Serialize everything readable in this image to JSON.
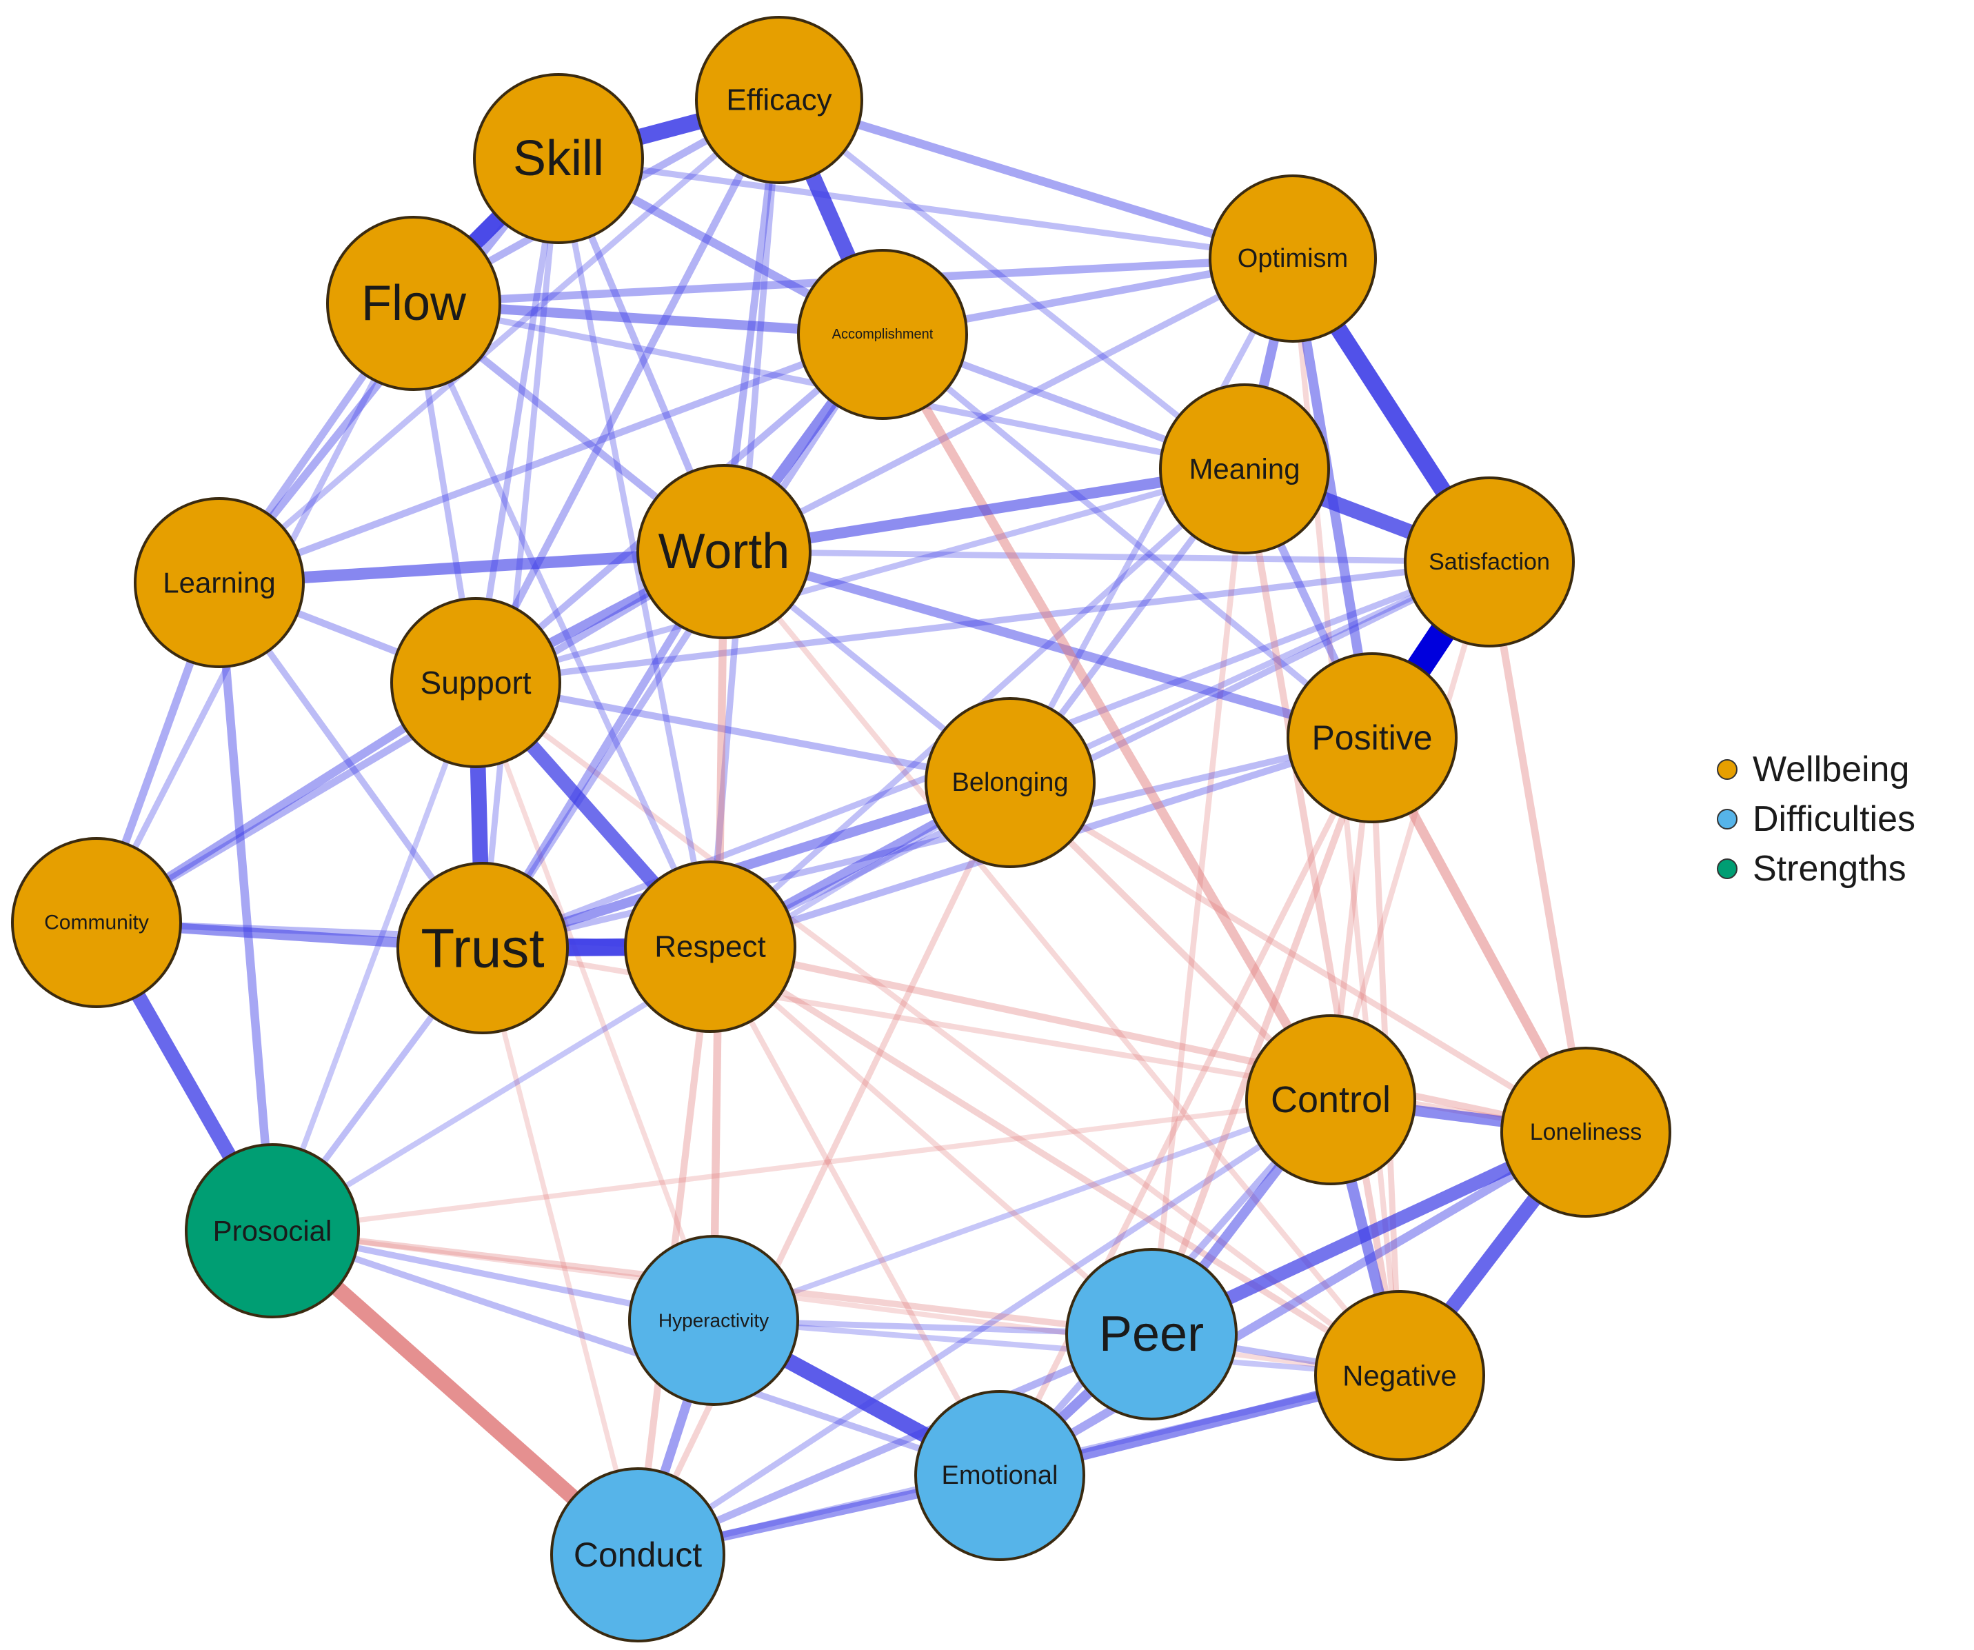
{
  "colors": {
    "wellbeing": "#E69F00",
    "difficulties": "#56B4E9",
    "strengths": "#009E73",
    "positive_edge": "#3b3be6",
    "negative_edge": "#e07a7a",
    "node_border": "#3a2a10"
  },
  "legend": [
    {
      "group": "wellbeing",
      "label": "Wellbeing"
    },
    {
      "group": "difficulties",
      "label": "Difficulties"
    },
    {
      "group": "strengths",
      "label": "Strengths"
    }
  ],
  "nodes": [
    {
      "id": "efficacy",
      "label": "Efficacy",
      "group": "wellbeing"
    },
    {
      "id": "skill",
      "label": "Skill",
      "group": "wellbeing"
    },
    {
      "id": "flow",
      "label": "Flow",
      "group": "wellbeing"
    },
    {
      "id": "accomplishment",
      "label": "Accomplishment",
      "group": "wellbeing"
    },
    {
      "id": "optimism",
      "label": "Optimism",
      "group": "wellbeing"
    },
    {
      "id": "meaning",
      "label": "Meaning",
      "group": "wellbeing"
    },
    {
      "id": "satisfaction",
      "label": "Satisfaction",
      "group": "wellbeing"
    },
    {
      "id": "learning",
      "label": "Learning",
      "group": "wellbeing"
    },
    {
      "id": "worth",
      "label": "Worth",
      "group": "wellbeing"
    },
    {
      "id": "support",
      "label": "Support",
      "group": "wellbeing"
    },
    {
      "id": "positive",
      "label": "Positive",
      "group": "wellbeing"
    },
    {
      "id": "belonging",
      "label": "Belonging",
      "group": "wellbeing"
    },
    {
      "id": "community",
      "label": "Community",
      "group": "wellbeing"
    },
    {
      "id": "trust",
      "label": "Trust",
      "group": "wellbeing"
    },
    {
      "id": "respect",
      "label": "Respect",
      "group": "wellbeing"
    },
    {
      "id": "control",
      "label": "Control",
      "group": "wellbeing"
    },
    {
      "id": "loneliness",
      "label": "Loneliness",
      "group": "wellbeing"
    },
    {
      "id": "prosocial",
      "label": "Prosocial",
      "group": "strengths"
    },
    {
      "id": "hyperactivity",
      "label": "Hyperactivity",
      "group": "difficulties"
    },
    {
      "id": "peer",
      "label": "Peer",
      "group": "difficulties"
    },
    {
      "id": "negative",
      "label": "Negative",
      "group": "wellbeing"
    },
    {
      "id": "emotional",
      "label": "Emotional",
      "group": "difficulties"
    },
    {
      "id": "conduct",
      "label": "Conduct",
      "group": "difficulties"
    }
  ],
  "edges": [
    {
      "a": "satisfaction",
      "b": "positive",
      "sign": "+",
      "weight": 1.0
    },
    {
      "a": "skill",
      "b": "flow",
      "sign": "+",
      "weight": 0.62
    },
    {
      "a": "skill",
      "b": "efficacy",
      "sign": "+",
      "weight": 0.58
    },
    {
      "a": "efficacy",
      "b": "accomplishment",
      "sign": "+",
      "weight": 0.55
    },
    {
      "a": "optimism",
      "b": "satisfaction",
      "sign": "+",
      "weight": 0.6
    },
    {
      "a": "meaning",
      "b": "satisfaction",
      "sign": "+",
      "weight": 0.52
    },
    {
      "a": "trust",
      "b": "respect",
      "sign": "+",
      "weight": 0.62
    },
    {
      "a": "support",
      "b": "trust",
      "sign": "+",
      "weight": 0.55
    },
    {
      "a": "support",
      "b": "respect",
      "sign": "+",
      "weight": 0.48
    },
    {
      "a": "community",
      "b": "prosocial",
      "sign": "+",
      "weight": 0.5
    },
    {
      "a": "hyperactivity",
      "b": "emotional",
      "sign": "+",
      "weight": 0.55
    },
    {
      "a": "loneliness",
      "b": "negative",
      "sign": "+",
      "weight": 0.5
    },
    {
      "a": "peer",
      "b": "loneliness",
      "sign": "+",
      "weight": 0.45
    },
    {
      "a": "prosocial",
      "b": "conduct",
      "sign": "-",
      "weight": 0.55
    },
    {
      "a": "learning",
      "b": "worth",
      "sign": "+",
      "weight": 0.38
    },
    {
      "a": "worth",
      "b": "meaning",
      "sign": "+",
      "weight": 0.35
    },
    {
      "a": "worth",
      "b": "accomplishment",
      "sign": "+",
      "weight": 0.35
    },
    {
      "a": "flow",
      "b": "accomplishment",
      "sign": "+",
      "weight": 0.3
    },
    {
      "a": "flow",
      "b": "optimism",
      "sign": "+",
      "weight": 0.22
    },
    {
      "a": "efficacy",
      "b": "optimism",
      "sign": "+",
      "weight": 0.25
    },
    {
      "a": "community",
      "b": "trust",
      "sign": "+",
      "weight": 0.32
    },
    {
      "a": "trust",
      "b": "belonging",
      "sign": "+",
      "weight": 0.3
    },
    {
      "a": "respect",
      "b": "belonging",
      "sign": "+",
      "weight": 0.28
    },
    {
      "a": "worth",
      "b": "positive",
      "sign": "+",
      "weight": 0.28
    },
    {
      "a": "optimism",
      "b": "positive",
      "sign": "+",
      "weight": 0.3
    },
    {
      "a": "optimism",
      "b": "meaning",
      "sign": "+",
      "weight": 0.3
    },
    {
      "a": "control",
      "b": "loneliness",
      "sign": "+",
      "weight": 0.35
    },
    {
      "a": "control",
      "b": "peer",
      "sign": "+",
      "weight": 0.3
    },
    {
      "a": "control",
      "b": "negative",
      "sign": "+",
      "weight": 0.35
    },
    {
      "a": "emotional",
      "b": "negative",
      "sign": "+",
      "weight": 0.35
    },
    {
      "a": "emotional",
      "b": "peer",
      "sign": "+",
      "weight": 0.32
    },
    {
      "a": "conduct",
      "b": "emotional",
      "sign": "+",
      "weight": 0.3
    },
    {
      "a": "hyperactivity",
      "b": "conduct",
      "sign": "+",
      "weight": 0.28
    },
    {
      "a": "emotional",
      "b": "loneliness",
      "sign": "+",
      "weight": 0.25
    },
    {
      "a": "positive",
      "b": "loneliness",
      "sign": "-",
      "weight": 0.3
    },
    {
      "a": "accomplishment",
      "b": "control",
      "sign": "-",
      "weight": 0.28
    },
    {
      "a": "worth",
      "b": "hyperactivity",
      "sign": "-",
      "weight": 0.22
    },
    {
      "a": "satisfaction",
      "b": "loneliness",
      "sign": "-",
      "weight": 0.2
    },
    {
      "a": "meaning",
      "b": "negative",
      "sign": "-",
      "weight": 0.18
    },
    {
      "a": "respect",
      "b": "conduct",
      "sign": "-",
      "weight": 0.18
    },
    {
      "a": "respect",
      "b": "loneliness",
      "sign": "-",
      "weight": 0.18
    },
    {
      "a": "respect",
      "b": "negative",
      "sign": "-",
      "weight": 0.16
    },
    {
      "a": "prosocial",
      "b": "peer",
      "sign": "-",
      "weight": 0.16
    },
    {
      "a": "belonging",
      "b": "control",
      "sign": "-",
      "weight": 0.16
    },
    {
      "a": "belonging",
      "b": "conduct",
      "sign": "-",
      "weight": 0.14
    },
    {
      "a": "positive",
      "b": "peer",
      "sign": "-",
      "weight": 0.18
    },
    {
      "a": "positive",
      "b": "emotional",
      "sign": "-",
      "weight": 0.14
    },
    {
      "a": "support",
      "b": "negative",
      "sign": "-",
      "weight": 0.12
    },
    {
      "a": "learning",
      "b": "prosocial",
      "sign": "+",
      "weight": 0.25
    },
    {
      "a": "learning",
      "b": "community",
      "sign": "+",
      "weight": 0.22
    },
    {
      "a": "learning",
      "b": "skill",
      "sign": "+",
      "weight": 0.22
    },
    {
      "a": "learning",
      "b": "flow",
      "sign": "+",
      "weight": 0.2
    },
    {
      "a": "learning",
      "b": "support",
      "sign": "+",
      "weight": 0.18
    },
    {
      "a": "learning",
      "b": "trust",
      "sign": "+",
      "weight": 0.16
    },
    {
      "a": "learning",
      "b": "accomplishment",
      "sign": "+",
      "weight": 0.18
    },
    {
      "a": "community",
      "b": "support",
      "sign": "+",
      "weight": 0.25
    },
    {
      "a": "community",
      "b": "worth",
      "sign": "+",
      "weight": 0.2
    },
    {
      "a": "community",
      "b": "respect",
      "sign": "+",
      "weight": 0.18
    },
    {
      "a": "community",
      "b": "flow",
      "sign": "+",
      "weight": 0.15
    },
    {
      "a": "support",
      "b": "worth",
      "sign": "+",
      "weight": 0.3
    },
    {
      "a": "support",
      "b": "belonging",
      "sign": "+",
      "weight": 0.18
    },
    {
      "a": "support",
      "b": "efficacy",
      "sign": "+",
      "weight": 0.2
    },
    {
      "a": "support",
      "b": "satisfaction",
      "sign": "+",
      "weight": 0.16
    },
    {
      "a": "support",
      "b": "accomplishment",
      "sign": "+",
      "weight": 0.18
    },
    {
      "a": "trust",
      "b": "worth",
      "sign": "+",
      "weight": 0.22
    },
    {
      "a": "trust",
      "b": "accomplishment",
      "sign": "+",
      "weight": 0.18
    },
    {
      "a": "trust",
      "b": "satisfaction",
      "sign": "+",
      "weight": 0.15
    },
    {
      "a": "trust",
      "b": "positive",
      "sign": "+",
      "weight": 0.16
    },
    {
      "a": "trust",
      "b": "prosocial",
      "sign": "+",
      "weight": 0.15
    },
    {
      "a": "trust",
      "b": "skill",
      "sign": "+",
      "weight": 0.14
    },
    {
      "a": "respect",
      "b": "positive",
      "sign": "+",
      "weight": 0.18
    },
    {
      "a": "respect",
      "b": "flow",
      "sign": "+",
      "weight": 0.14
    },
    {
      "a": "respect",
      "b": "efficacy",
      "sign": "+",
      "weight": 0.16
    },
    {
      "a": "respect",
      "b": "meaning",
      "sign": "+",
      "weight": 0.14
    },
    {
      "a": "respect",
      "b": "skill",
      "sign": "+",
      "weight": 0.14
    },
    {
      "a": "belonging",
      "b": "meaning",
      "sign": "+",
      "weight": 0.16
    },
    {
      "a": "belonging",
      "b": "satisfaction",
      "sign": "+",
      "weight": 0.14
    },
    {
      "a": "belonging",
      "b": "worth",
      "sign": "+",
      "weight": 0.15
    },
    {
      "a": "worth",
      "b": "efficacy",
      "sign": "+",
      "weight": 0.2
    },
    {
      "a": "worth",
      "b": "skill",
      "sign": "+",
      "weight": 0.18
    },
    {
      "a": "worth",
      "b": "flow",
      "sign": "+",
      "weight": 0.2
    },
    {
      "a": "worth",
      "b": "optimism",
      "sign": "+",
      "weight": 0.16
    },
    {
      "a": "worth",
      "b": "satisfaction",
      "sign": "+",
      "weight": 0.14
    },
    {
      "a": "skill",
      "b": "accomplishment",
      "sign": "+",
      "weight": 0.25
    },
    {
      "a": "skill",
      "b": "optimism",
      "sign": "+",
      "weight": 0.15
    },
    {
      "a": "skill",
      "b": "support",
      "sign": "+",
      "weight": 0.16
    },
    {
      "a": "flow",
      "b": "efficacy",
      "sign": "+",
      "weight": 0.2
    },
    {
      "a": "flow",
      "b": "meaning",
      "sign": "+",
      "weight": 0.15
    },
    {
      "a": "flow",
      "b": "support",
      "sign": "+",
      "weight": 0.15
    },
    {
      "a": "efficacy",
      "b": "meaning",
      "sign": "+",
      "weight": 0.14
    },
    {
      "a": "efficacy",
      "b": "learning",
      "sign": "+",
      "weight": 0.14
    },
    {
      "a": "accomplishment",
      "b": "optimism",
      "sign": "+",
      "weight": 0.2
    },
    {
      "a": "accomplishment",
      "b": "meaning",
      "sign": "+",
      "weight": 0.18
    },
    {
      "a": "accomplishment",
      "b": "positive",
      "sign": "+",
      "weight": 0.15
    },
    {
      "a": "meaning",
      "b": "positive",
      "sign": "+",
      "weight": 0.22
    },
    {
      "a": "meaning",
      "b": "support",
      "sign": "+",
      "weight": 0.14
    },
    {
      "a": "optimism",
      "b": "belonging",
      "sign": "+",
      "weight": 0.14
    },
    {
      "a": "satisfaction",
      "b": "respect",
      "sign": "+",
      "weight": 0.16
    },
    {
      "a": "prosocial",
      "b": "hyperactivity",
      "sign": "+",
      "weight": 0.15
    },
    {
      "a": "prosocial",
      "b": "emotional",
      "sign": "+",
      "weight": 0.16
    },
    {
      "a": "prosocial",
      "b": "belonging",
      "sign": "+",
      "weight": 0.12
    },
    {
      "a": "prosocial",
      "b": "support",
      "sign": "+",
      "weight": 0.12
    },
    {
      "a": "hyperactivity",
      "b": "peer",
      "sign": "+",
      "weight": 0.14
    },
    {
      "a": "hyperactivity",
      "b": "negative",
      "sign": "+",
      "weight": 0.12
    },
    {
      "a": "hyperactivity",
      "b": "control",
      "sign": "+",
      "weight": 0.12
    },
    {
      "a": "conduct",
      "b": "peer",
      "sign": "+",
      "weight": 0.2
    },
    {
      "a": "conduct",
      "b": "negative",
      "sign": "+",
      "weight": 0.15
    },
    {
      "a": "conduct",
      "b": "control",
      "sign": "+",
      "weight": 0.14
    },
    {
      "a": "peer",
      "b": "negative",
      "sign": "+",
      "weight": 0.16
    },
    {
      "a": "emotional",
      "b": "control",
      "sign": "+",
      "weight": 0.18
    },
    {
      "a": "control",
      "b": "positive",
      "sign": "-",
      "weight": 0.14
    },
    {
      "a": "control",
      "b": "satisfaction",
      "sign": "-",
      "weight": 0.12
    },
    {
      "a": "loneliness",
      "b": "belonging",
      "sign": "-",
      "weight": 0.14
    },
    {
      "a": "loneliness",
      "b": "trust",
      "sign": "-",
      "weight": 0.12
    },
    {
      "a": "negative",
      "b": "positive",
      "sign": "-",
      "weight": 0.14
    },
    {
      "a": "negative",
      "b": "optimism",
      "sign": "-",
      "weight": 0.12
    },
    {
      "a": "negative",
      "b": "worth",
      "sign": "-",
      "weight": 0.12
    },
    {
      "a": "peer",
      "b": "meaning",
      "sign": "-",
      "weight": 0.13
    },
    {
      "a": "peer",
      "b": "respect",
      "sign": "-",
      "weight": 0.12
    },
    {
      "a": "emotional",
      "b": "respect",
      "sign": "-",
      "weight": 0.12
    },
    {
      "a": "hyperactivity",
      "b": "support",
      "sign": "-",
      "weight": 0.1
    },
    {
      "a": "conduct",
      "b": "trust",
      "sign": "-",
      "weight": 0.1
    },
    {
      "a": "prosocial",
      "b": "negative",
      "sign": "-",
      "weight": 0.1
    },
    {
      "a": "prosocial",
      "b": "control",
      "sign": "-",
      "weight": 0.1
    }
  ]
}
